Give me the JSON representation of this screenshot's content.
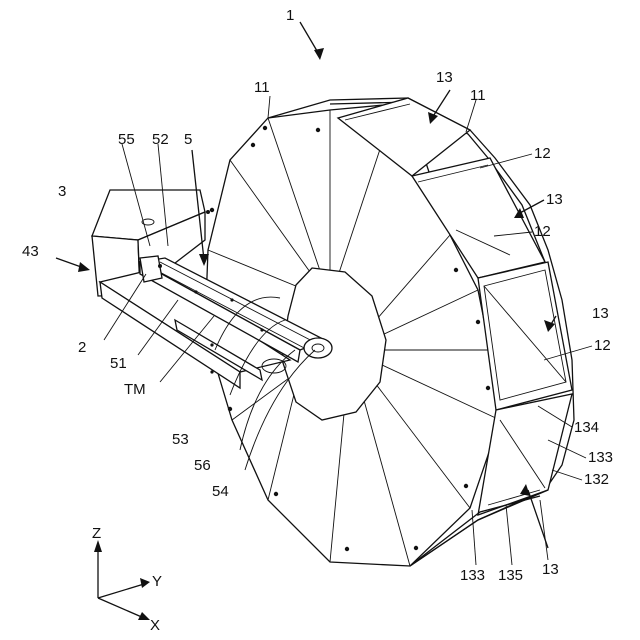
{
  "labels": {
    "fig_no": "1",
    "wheel_top": "11",
    "wheel_right_top": "11",
    "panel_13_a": "13",
    "panel_13_b": "13",
    "panel_13_c": "13",
    "panel_13_d": "13",
    "panel_12_a": "12",
    "panel_12_b": "12",
    "panel_12_c": "12",
    "box_3": "3",
    "base_43": "43",
    "arm_55": "55",
    "arm_52": "52",
    "arm_5": "5",
    "hand_2": "2",
    "arm_51": "51",
    "tm": "TM",
    "belt_53": "53",
    "belt_56": "56",
    "pulley_54": "54",
    "r_134": "134",
    "r_133a": "133",
    "r_132": "132",
    "b_133": "133",
    "b_135": "135",
    "axis_z": "Z",
    "axis_y": "Y",
    "axis_x": "X"
  }
}
